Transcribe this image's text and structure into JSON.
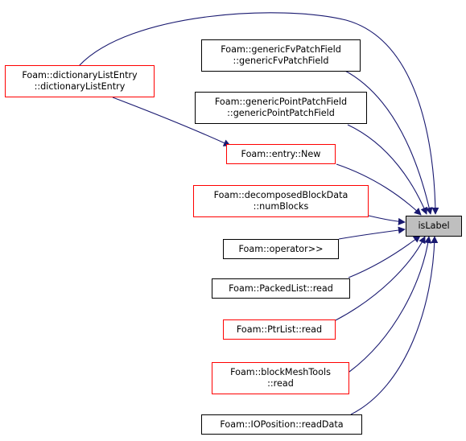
{
  "colors": {
    "edge": "#191970",
    "border_default": "#000000",
    "border_incomplete": "#ff0000",
    "target_fill": "#bfbfbf"
  },
  "graph": {
    "target": {
      "label": "isLabel"
    },
    "callers": [
      {
        "line1": "Foam::dictionaryListEntry",
        "line2": "::dictionaryListEntry",
        "border": "red"
      },
      {
        "line1": "Foam::genericFvPatchField",
        "line2": "::genericFvPatchField",
        "border": "black"
      },
      {
        "line1": "Foam::genericPointPatchField",
        "line2": "::genericPointPatchField",
        "border": "black"
      },
      {
        "line1": "Foam::entry::New",
        "line2": "",
        "border": "red"
      },
      {
        "line1": "Foam::decomposedBlockData",
        "line2": "::numBlocks",
        "border": "red"
      },
      {
        "line1": "Foam::operator>>",
        "line2": "",
        "border": "black"
      },
      {
        "line1": "Foam::PackedList::read",
        "line2": "",
        "border": "black"
      },
      {
        "line1": "Foam::PtrList::read",
        "line2": "",
        "border": "red"
      },
      {
        "line1": "Foam::blockMeshTools",
        "line2": "::read",
        "border": "red"
      },
      {
        "line1": "Foam::IOPosition::readData",
        "line2": "",
        "border": "black"
      }
    ]
  }
}
